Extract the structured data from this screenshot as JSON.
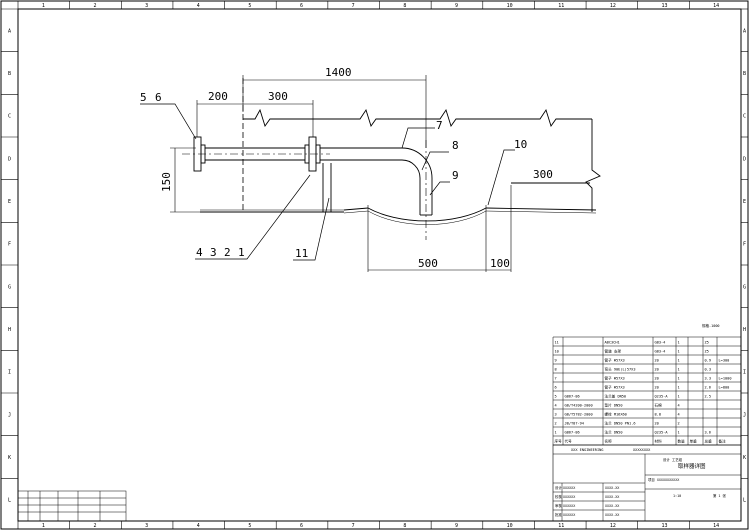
{
  "grid": {
    "columns": [
      "1",
      "2",
      "3",
      "4",
      "5",
      "6",
      "7",
      "8",
      "9",
      "10",
      "11",
      "12",
      "13",
      "14"
    ],
    "rows": [
      "A",
      "B",
      "C",
      "D",
      "E",
      "F",
      "G",
      "H",
      "I",
      "J",
      "K",
      "L"
    ]
  },
  "dimensions": {
    "d1400": "1400",
    "d200": "200",
    "d300_top": "300",
    "d150": "150",
    "d300_right": "300",
    "d500": "500",
    "d100": "100"
  },
  "callouts": {
    "c5": "5",
    "c6": "6",
    "c7": "7",
    "c8": "8",
    "c9": "9",
    "c10": "10",
    "c11": "11",
    "c4": "4",
    "c3": "3",
    "c2": "2",
    "c1": "1"
  },
  "title_block": {
    "small_note": "规格-1000",
    "rows": [
      {
        "no": "11",
        "code": "",
        "name": "ABC3CH1",
        "spec": "GB3-4",
        "qty": "1",
        "mat": "",
        "wt": "Z5",
        "note": ""
      },
      {
        "no": "10",
        "code": "",
        "name": "管道 支架",
        "spec": "GB3-4",
        "qty": "1",
        "mat": "",
        "wt": "Z5",
        "note": ""
      },
      {
        "no": "9",
        "code": "",
        "name": "管子 Φ57X3",
        "spec": "20",
        "qty": "1",
        "mat": "",
        "wt": "0.9",
        "note": "L=300"
      },
      {
        "no": "8",
        "code": "",
        "name": "弯头 90E(L)57X3",
        "spec": "20",
        "qty": "1",
        "mat": "",
        "wt": "0.3",
        "note": ""
      },
      {
        "no": "7",
        "code": "",
        "name": "管子 Φ57X3",
        "spec": "20",
        "qty": "1",
        "mat": "",
        "wt": "3.3",
        "note": "L=1000"
      },
      {
        "no": "6",
        "code": "",
        "name": "管子 Φ57X3",
        "spec": "20",
        "qty": "1",
        "mat": "",
        "wt": "2.6",
        "note": "L=800"
      },
      {
        "no": "5",
        "code": "GB67-86",
        "name": "法兰盖 DN50",
        "spec": "Q235-A",
        "qty": "1",
        "mat": "",
        "wt": "2.5",
        "note": ""
      },
      {
        "no": "4",
        "code": "GB/T4200-2000",
        "name": "垫片 DN50",
        "spec": "石棉",
        "qty": "4",
        "mat": "",
        "wt": "",
        "note": ""
      },
      {
        "no": "3",
        "code": "GB/T5782-2000",
        "name": "螺栓 M16X60",
        "spec": "8.8",
        "qty": "4",
        "mat": "",
        "wt": "",
        "note": ""
      },
      {
        "no": "2",
        "code": "JB/T87-94",
        "name": "法兰 DN50 PN1.6",
        "spec": "20",
        "qty": "2",
        "mat": "",
        "wt": "",
        "note": ""
      },
      {
        "no": "1",
        "code": "GB67-86",
        "name": "法兰 DN50",
        "spec": "Q235-A",
        "qty": "1",
        "mat": "",
        "wt": "3.6",
        "note": ""
      }
    ],
    "header": {
      "no": "序号",
      "code": "代号",
      "name": "名称",
      "spec": "材料",
      "qty": "数量",
      "mat": "单重",
      "wt": "总重",
      "note": "备注"
    },
    "drawing_title": "取样器详图",
    "design_info": "设计 工艺组",
    "sub_header_left": "XXX ENGINEERING",
    "sub_header_right": "XXXXXXXX",
    "project": "项目 XXXXXXXXXXX",
    "sign_rows": [
      {
        "role": "设计",
        "name": "XXXXXX",
        "date": "XXXX-XX"
      },
      {
        "role": "校核",
        "name": "XXXXXX",
        "date": "XXXX-XX"
      },
      {
        "role": "审核",
        "name": "XXXXXX",
        "date": "XXXX-XX"
      },
      {
        "role": "批准",
        "name": "XXXXXX",
        "date": "XXXX-XX"
      }
    ],
    "scale": "1:10",
    "sheet": "第 1 张"
  }
}
